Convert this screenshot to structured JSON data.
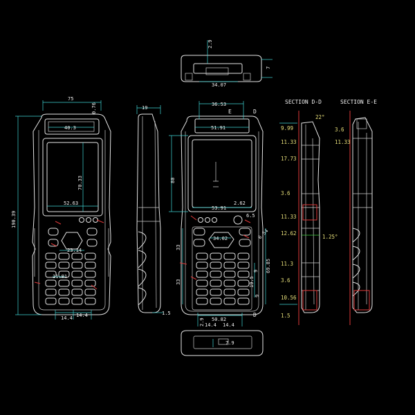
{
  "colors": {
    "background": "#000000",
    "outline": "#e6e6e6",
    "dimension": "#3fd6d6",
    "center_line": "#e03a3a",
    "label": "#e8e07a"
  },
  "front_view": {
    "overall_width": "75",
    "top_offset": "0.76",
    "overall_height": "190.39",
    "top_inset": "40.3",
    "screen_height": "70.33",
    "screen_width": "52.63",
    "nav_dim": "23.14",
    "key_width": "11.81",
    "bottom_left": "14.4",
    "bottom_right": "14.4"
  },
  "side_view": {
    "thickness": "19",
    "bottom": "1.5"
  },
  "top_view": {
    "height": "2.9",
    "right": "7",
    "width": "34.07"
  },
  "center_view": {
    "top_width": "36.53",
    "section_letter_e": "E",
    "section_letter_d": "D",
    "inner_width": "51.91",
    "screen_height": "80",
    "screen_width": "53.91",
    "button_dim": "2.62",
    "button_dim2": "6.5",
    "pad_dim": "34.02",
    "side_dim": "6.54",
    "left_a": "33",
    "left_b": "33",
    "right_a": "9",
    "right_b": "19.5",
    "right_c": "9",
    "keypad_height": "69.85",
    "bottom_a": "2.9",
    "bottom_b": "14.4",
    "bottom_c": "14.4",
    "bottom_d": "50.82",
    "bottom_letter_d": "D",
    "base_dim": "7.9"
  },
  "section_d": {
    "title": "SECTION D-D",
    "angle_top": "22°",
    "dims": [
      "9.99",
      "11.33",
      "17.73",
      "3.6",
      "11.33",
      "12.62",
      "11.3",
      "3.6",
      "10.56",
      "1.5"
    ],
    "angle_mid": "1.25°"
  },
  "section_e": {
    "title": "SECTION E-E",
    "dims": [
      "3.6",
      "11.33"
    ]
  }
}
